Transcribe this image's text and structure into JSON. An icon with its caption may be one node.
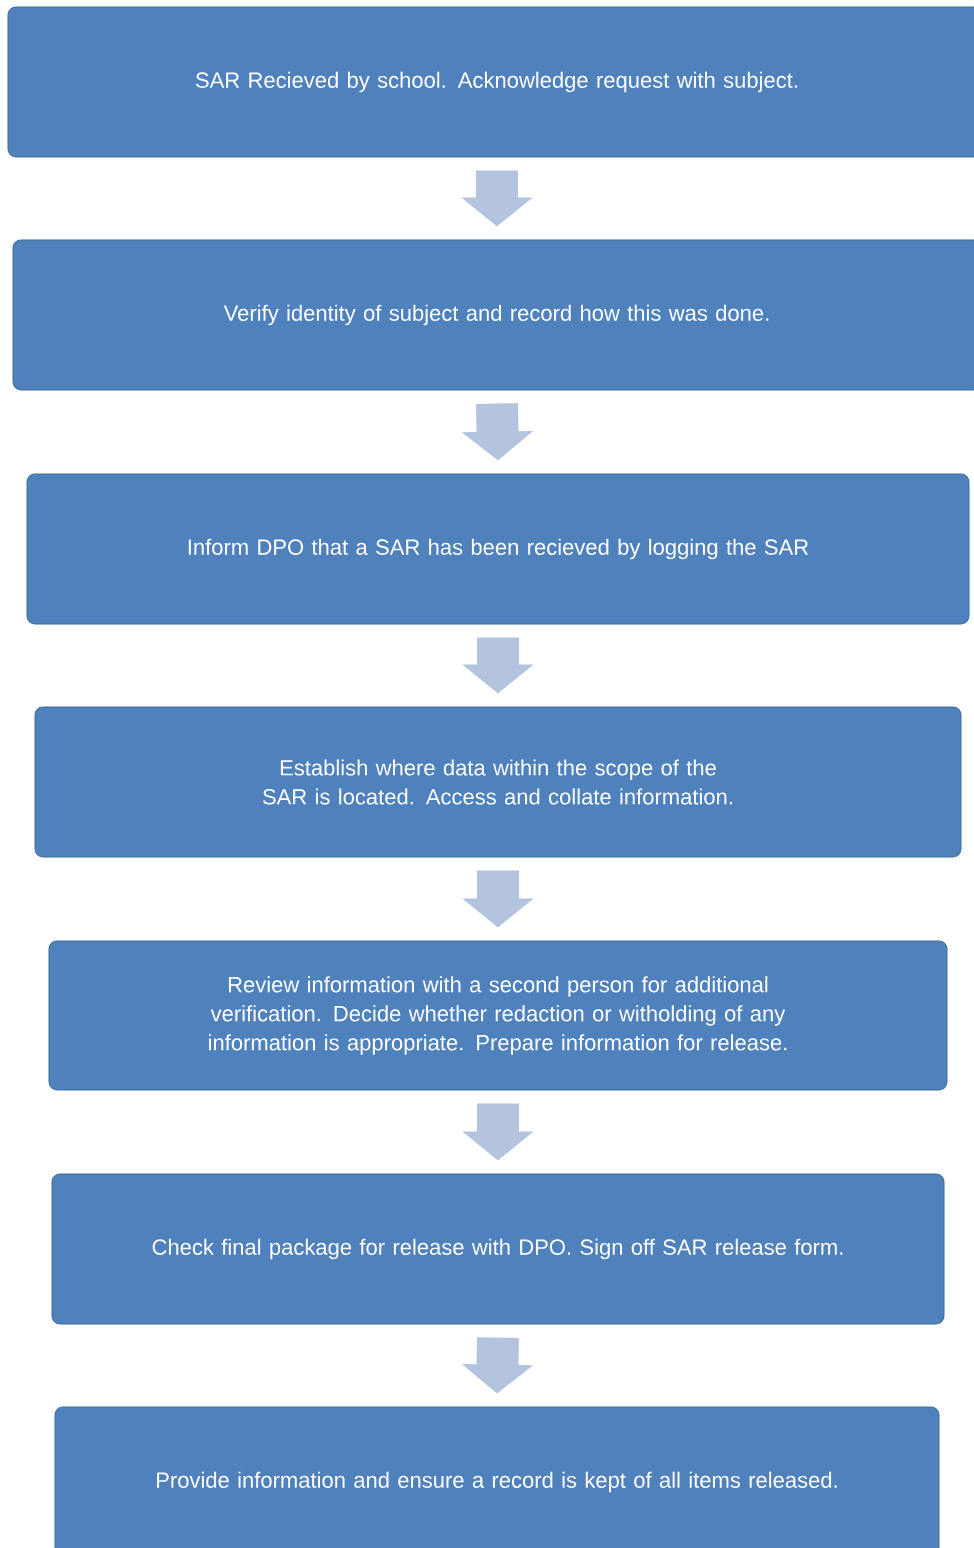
{
  "diagram": {
    "nodes": [
      {
        "text": [
          "SAR Recieved by school. Acknowledge request with subject."
        ]
      },
      {
        "text": [
          "Verify identity of subject and record how this was done."
        ]
      },
      {
        "text": [
          "Inform DPO that a SAR has been recieved by logging the SAR"
        ]
      },
      {
        "text": [
          "Establish where data within the scope of the SAR is located. Access and collate information."
        ]
      },
      {
        "text": [
          "Review information with a second person for additional verification. Decide whether redaction or witholding of any information is appropriate. Prepare information for release."
        ]
      },
      {
        "text": [
          "Check final package for release with DPO. Sign off SAR release form."
        ]
      },
      {
        "text": [
          "Provide information and ensure a record is kept of all items released."
        ]
      }
    ],
    "edges": [
      {
        "from": 0,
        "to": 1,
        "arrow": "to"
      },
      {
        "from": 1,
        "to": 2,
        "arrow": "to"
      },
      {
        "from": 2,
        "to": 3,
        "arrow": "to"
      },
      {
        "from": 3,
        "to": 4,
        "arrow": "to"
      },
      {
        "from": 4,
        "to": 5,
        "arrow": "to"
      },
      {
        "from": 5,
        "to": 6,
        "arrow": "to"
      }
    ]
  }
}
